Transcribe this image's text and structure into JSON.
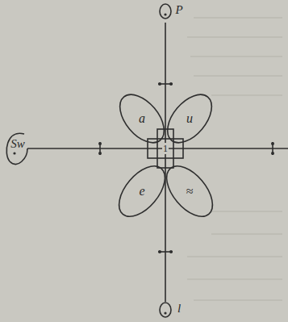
{
  "diagram": {
    "nodes": [
      {
        "text": [
          "a"
        ]
      },
      {
        "text": [
          "u"
        ]
      },
      {
        "text": [
          "e"
        ]
      },
      {
        "text": [
          "≈"
        ]
      }
    ],
    "labels": [
      "1",
      "P",
      "l",
      "Sw"
    ]
  }
}
